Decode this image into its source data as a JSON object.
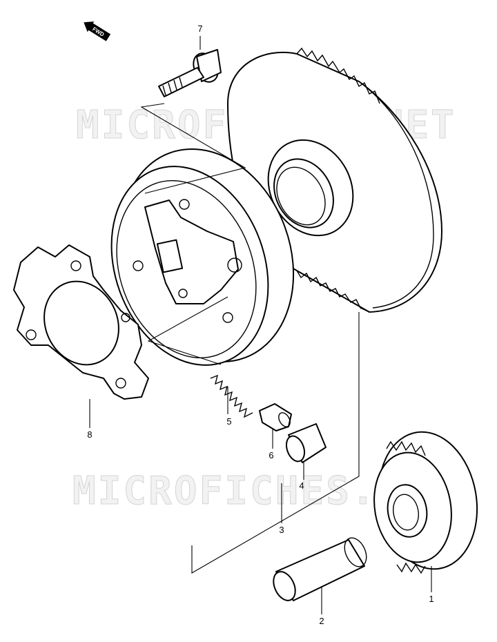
{
  "diagram": {
    "fwd_label": "FWD",
    "watermark": "MICROFICHES.NET",
    "callouts": [
      {
        "id": "1",
        "part": "gear-driven"
      },
      {
        "id": "2",
        "part": "shaft"
      },
      {
        "id": "3",
        "part": "starter-clutch-assembly"
      },
      {
        "id": "4",
        "part": "roller"
      },
      {
        "id": "5",
        "part": "spring"
      },
      {
        "id": "6",
        "part": "pusher"
      },
      {
        "id": "7",
        "part": "bolt"
      },
      {
        "id": "8",
        "part": "plate"
      }
    ]
  }
}
